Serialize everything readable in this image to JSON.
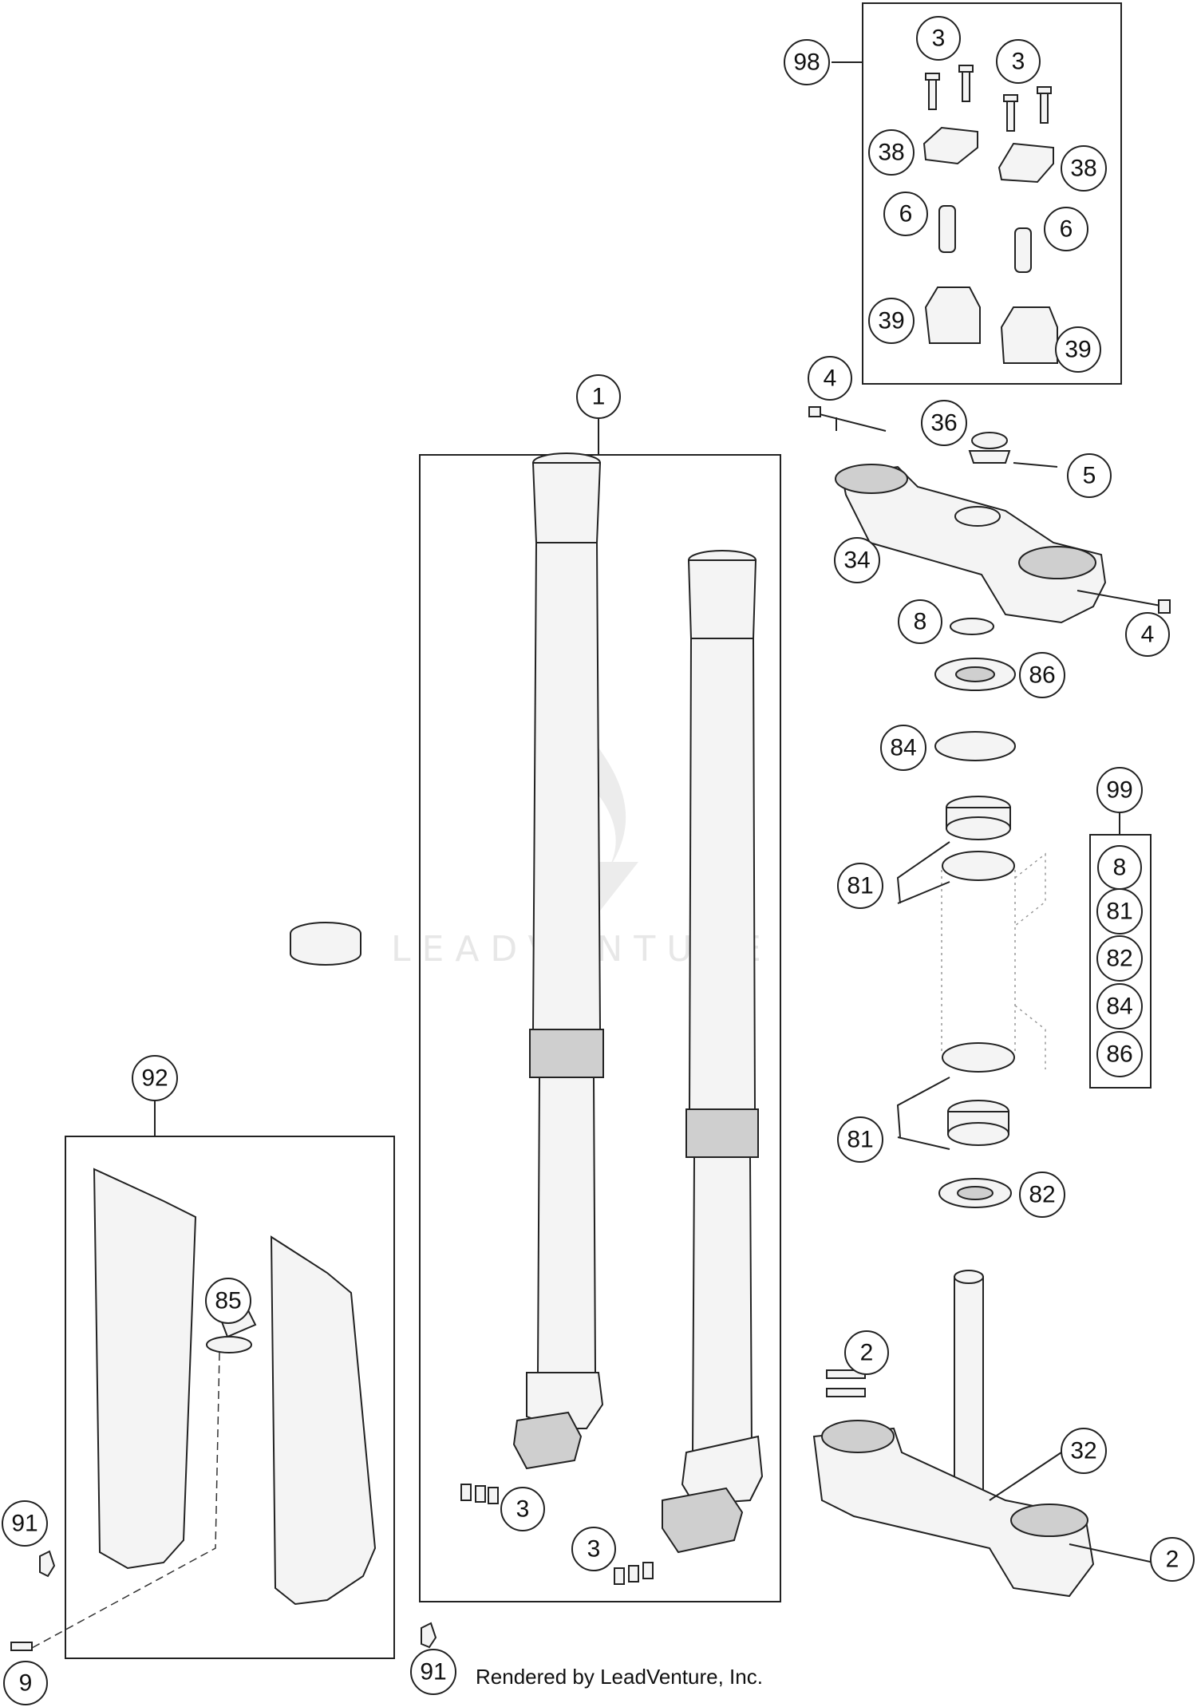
{
  "watermark": {
    "text": "LEADVENTURE"
  },
  "credit": "Rendered by LeadVenture, Inc.",
  "callouts": [
    {
      "label": "98"
    },
    {
      "label": "3"
    },
    {
      "label": "3"
    },
    {
      "label": "38"
    },
    {
      "label": "38"
    },
    {
      "label": "6"
    },
    {
      "label": "6"
    },
    {
      "label": "39"
    },
    {
      "label": "39"
    },
    {
      "label": "4"
    },
    {
      "label": "36"
    },
    {
      "label": "5"
    },
    {
      "label": "34"
    },
    {
      "label": "4"
    },
    {
      "label": "8"
    },
    {
      "label": "86"
    },
    {
      "label": "84"
    },
    {
      "label": "99"
    },
    {
      "label": "81"
    },
    {
      "label": "8"
    },
    {
      "label": "81"
    },
    {
      "label": "82"
    },
    {
      "label": "84"
    },
    {
      "label": "86"
    },
    {
      "label": "81"
    },
    {
      "label": "82"
    },
    {
      "label": "1"
    },
    {
      "label": "92"
    },
    {
      "label": "85"
    },
    {
      "label": "91"
    },
    {
      "label": "9"
    },
    {
      "label": "91"
    },
    {
      "label": "3"
    },
    {
      "label": "3"
    },
    {
      "label": "2"
    },
    {
      "label": "32"
    },
    {
      "label": "2"
    }
  ]
}
